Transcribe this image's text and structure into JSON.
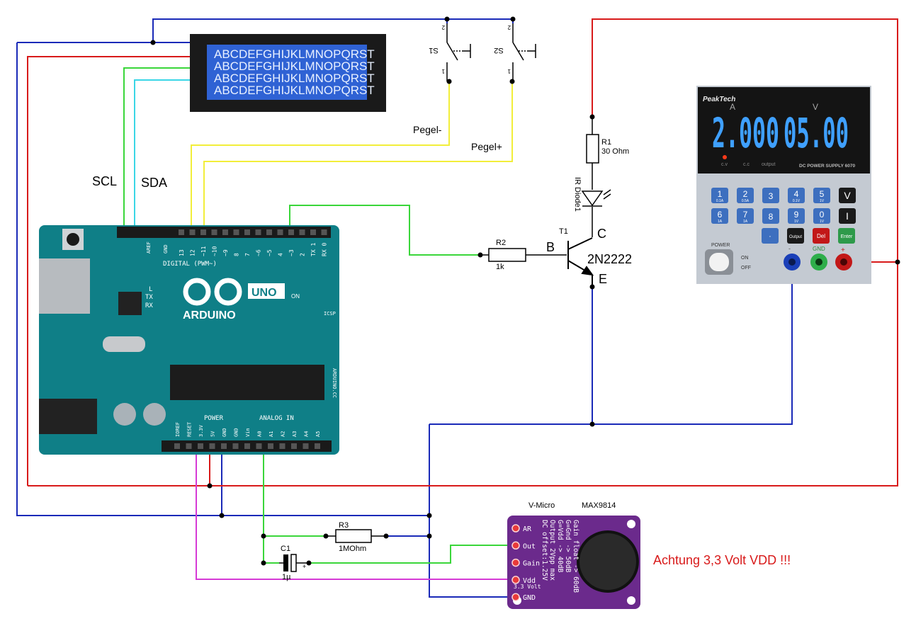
{
  "lcd": {
    "lines": [
      "ABCDEFGHIJKLMNOPQRST",
      "ABCDEFGHIJKLMNOPQRST",
      "ABCDEFGHIJKLMNOPQRST",
      "ABCDEFGHIJKLMNOPQRST"
    ]
  },
  "labels": {
    "scl": "SCL",
    "sda": "SDA",
    "pegel_minus": "Pegel-",
    "pegel_plus": "Pegel+",
    "s1": "S1",
    "s2": "S2",
    "pin2": "2",
    "pin1": "1",
    "r1_name": "R1",
    "r1_value": "30 Ohm",
    "ir_diode": "IR Diode1",
    "t1": "T1",
    "transistor": "2N2222",
    "b": "B",
    "c": "C",
    "e": "E",
    "r2_name": "R2",
    "r2_value": "1k",
    "r3_name": "R3",
    "r3_value": "1MOhm",
    "c1_name": "C1",
    "c1_value": "1µ",
    "c1_plus": "+",
    "vmicro": "V-Micro",
    "max": "MAX9814",
    "warning": "Achtung 3,3 Volt VDD !!!"
  },
  "psu": {
    "brand": "PeakTech",
    "unit_a": "A",
    "unit_v": "V",
    "current": "2.000",
    "voltage": "05.00",
    "cv": "c.v",
    "cc": "c.c",
    "output": "output",
    "model": "DC POWER SUPPLY 6070",
    "power": "POWER",
    "on": "ON",
    "off": "OFF",
    "gnd": "GND",
    "plus": "+",
    "minus": "-",
    "keys": [
      {
        "n": "1",
        "s": "0.1A"
      },
      {
        "n": "2",
        "s": "0.5A"
      },
      {
        "n": "3",
        "s": ""
      },
      {
        "n": "4",
        "s": "0.1V"
      },
      {
        "n": "5",
        "s": "1V"
      },
      {
        "n": "V",
        "s": ""
      },
      {
        "n": "6",
        "s": "1A"
      },
      {
        "n": "7",
        "s": "1A"
      },
      {
        "n": "8",
        "s": ""
      },
      {
        "n": "9",
        "s": "1V"
      },
      {
        "n": "0",
        "s": "1V"
      },
      {
        "n": "I",
        "s": ""
      }
    ],
    "key_dot": "·",
    "key_output": "Output",
    "key_del": "Del",
    "key_enter": "Enter"
  },
  "arduino": {
    "brand": "ARDUINO",
    "model": "UNO",
    "on": "ON",
    "digital": "DIGITAL (PWM~)",
    "power": "POWER",
    "analog": "ANALOG IN",
    "tx": "TX",
    "rx": "RX",
    "l": "L",
    "aref": "AREF",
    "gnd": "GND",
    "site": "ARDUINO.CC",
    "icsp": "ICSP",
    "top_pins": [
      "13",
      "12",
      "~11",
      "~10",
      "~9",
      "8",
      "7",
      "~6",
      "~5",
      "4",
      "~3",
      "2",
      "TX 1",
      "RX 0"
    ],
    "bottom_pins": [
      "IOREF",
      "RESET",
      "3.3V",
      "5V",
      "GND",
      "GND",
      "Vin",
      "A0",
      "A1",
      "A2",
      "A3",
      "A4",
      "A5"
    ]
  },
  "module": {
    "pins": [
      "AR",
      "Out",
      "Gain",
      "Vdd",
      "GND"
    ],
    "vdd_sub": "3.3 Volt",
    "info": [
      "Gain float -> 60dB",
      "G=Gnd -> 50dB",
      "G=Vdd -> 40dB",
      "Output 2Vpp max",
      "DC offset:1.25V"
    ]
  },
  "colors": {
    "blue": "#1a2ab8",
    "red": "#d81a1a",
    "green": "#3ad63a",
    "cyan": "#3ad6e6",
    "yellow": "#f2ee3a",
    "magenta": "#d63ad6"
  }
}
